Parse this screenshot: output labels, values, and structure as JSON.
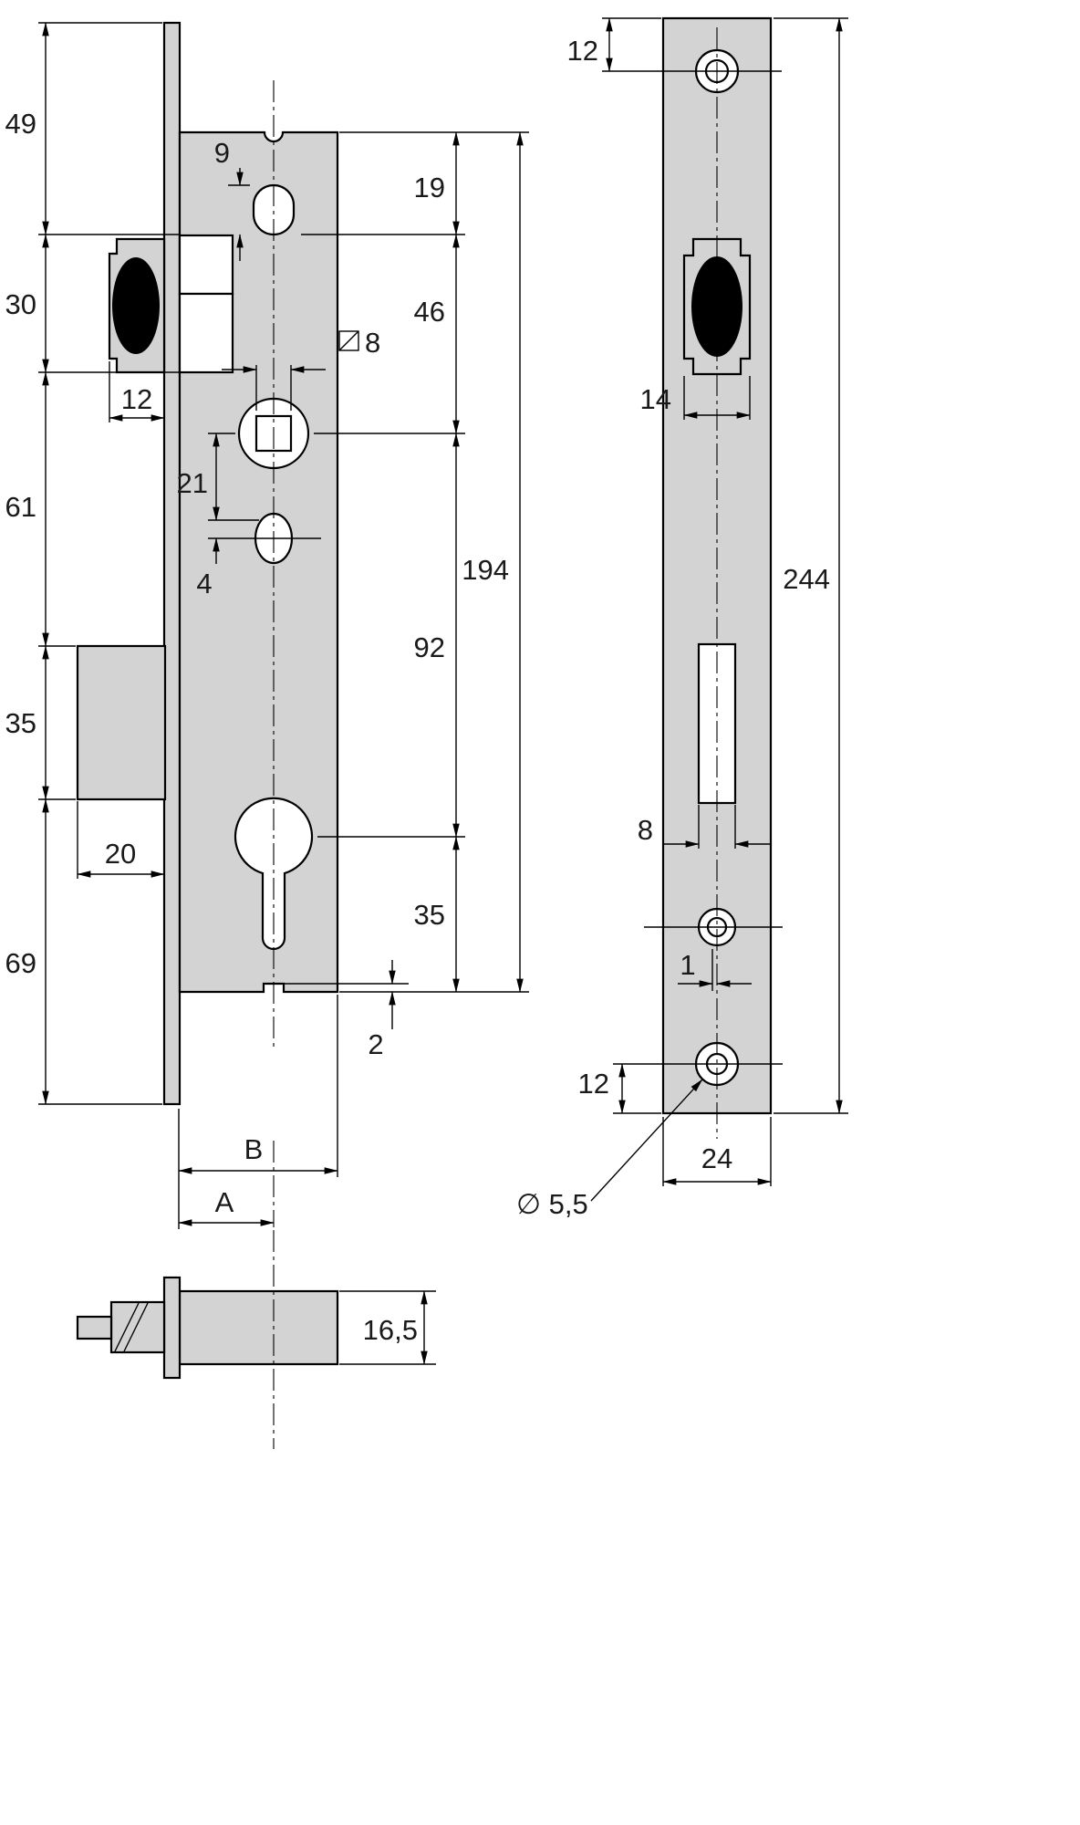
{
  "side_view": {
    "dim_49": "49",
    "dim_30": "30",
    "dim_latch_protrusion": "12",
    "dim_61": "61",
    "dim_bolt_height": "35",
    "dim_bolt_protrusion": "20",
    "dim_69": "69",
    "dim_slot_9": "9",
    "dim_19": "19",
    "dim_46": "46",
    "dim_square_8": "8",
    "dim_21": "21",
    "dim_4": "4",
    "dim_194": "194",
    "dim_92": "92",
    "dim_35": "35",
    "dim_notch_2": "2",
    "dim_B": "B",
    "dim_A": "A"
  },
  "faceplate_view": {
    "dim_top_12": "12",
    "dim_14": "14",
    "dim_244": "244",
    "dim_slot_8": "8",
    "dim_1": "1",
    "dim_bottom_12": "12",
    "dim_24": "24",
    "dim_hole_diameter": "∅ 5,5"
  },
  "section_view": {
    "dim_thickness": "16,5"
  },
  "colors": {
    "part_fill": "#d3d3d3",
    "line": "#000000",
    "text": "#1a1a1a"
  }
}
